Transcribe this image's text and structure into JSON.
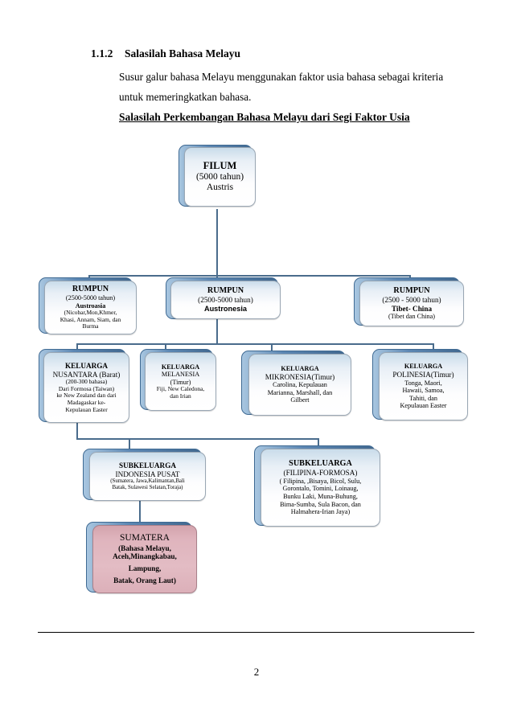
{
  "document": {
    "section_number": "1.1.2",
    "section_title": "Salasilah Bahasa Melayu",
    "paragraph": "Susur galur bahasa Melayu menggunakan faktor usia bahasa sebagai kriteria untuk memeringkatkan bahasa.",
    "subheading": "Salasilah Perkembangan Bahasa Melayu dari Segi Faktor Usia",
    "page_number": "2"
  },
  "colors": {
    "connector": "#4a6c8c",
    "node_fill_top": "#c9dcea",
    "node_shadow": "#41688f",
    "highlight_fill": "#dfb4bd",
    "text": "#000000"
  },
  "chart_data": {
    "type": "diagram",
    "title": "Salasilah Perkembangan Bahasa Melayu dari Segi Faktor Usia",
    "nodes": [
      {
        "id": "filum",
        "level": "FILUM",
        "lines": [
          "FILUM",
          "(5000 tahun)",
          "Austris"
        ]
      },
      {
        "id": "rumpun-austroasia",
        "level": "RUMPUN",
        "lines": [
          "RUMPUN",
          "(2500-5000 tahun)",
          "Austroasia",
          "(Nicobar,Mon,Khmer,",
          "Khasi, Annam, Siam, dan",
          "Burma"
        ]
      },
      {
        "id": "rumpun-austronesia",
        "level": "RUMPUN",
        "lines": [
          "RUMPUN",
          "(2500-5000 tahun)",
          "Austronesia"
        ]
      },
      {
        "id": "rumpun-tibet-china",
        "level": "RUMPUN",
        "lines": [
          "RUMPUN",
          "(2500 - 5000 tahun)",
          "Tibet- China",
          "(Tibet dan China)"
        ]
      },
      {
        "id": "keluarga-nusantara",
        "level": "KELUARGA",
        "lines": [
          "KELUARGA",
          "NUSANTARA (Barat)",
          "(200-300 bahasa)",
          "Dari Formosa (Taiwan)",
          "ke New Zealand dan dari",
          "Madagaskar ke-",
          "Kepulauan Easter"
        ]
      },
      {
        "id": "keluarga-melanesia",
        "level": "KELUARGA",
        "lines": [
          "KELUARGA",
          "MELANESIA",
          "(Timur)",
          "Fiji, New Caledona,",
          "dan Irian"
        ]
      },
      {
        "id": "keluarga-mikronesia",
        "level": "KELUARGA",
        "lines": [
          "KELUARGA",
          "MIKRONESIA(Timur)",
          "Carolina, Kepulauan",
          "Marianna, Marshall, dan",
          "Gilbert"
        ]
      },
      {
        "id": "keluarga-polinesia",
        "level": "KELUARGA",
        "lines": [
          "KELUARGA",
          "POLINESIA(Timur)",
          "Tonga, Maori,",
          "Hawaii, Samoa,",
          "Tahiti, dan",
          "Kepulauan Easter"
        ]
      },
      {
        "id": "subkeluarga-indonesia-pusat",
        "level": "SUBKELUARGA",
        "lines": [
          "SUBKELUARGA",
          "INDONESIA PUSAT",
          "(Sumatera, Jawa,Kalimantan,Bali",
          "Batak, Sulawesi Selatan,Toraja)"
        ]
      },
      {
        "id": "subkeluarga-filipina-formosa",
        "level": "SUBKELUARGA",
        "lines": [
          "SUBKELUARGA",
          "(FILIPINA-FORMOSA)",
          "( Filipina, ,Bisaya, Bicol, Sulu,",
          "Gorontalo, Tomini,  Loinaug,",
          "Bunku Laki,  Muna-Buhung,",
          "Bima-Sumba,  Sula Bacon, dan",
          "Halmahera-Irian Jaya)"
        ]
      },
      {
        "id": "sumatera",
        "level": "BAHASA",
        "highlight": true,
        "lines": [
          "SUMATERA",
          "(Bahasa Melayu,",
          "Aceh,Minangkabau,",
          "Lampung,",
          "Batak, Orang Laut)"
        ]
      }
    ],
    "edges": [
      {
        "from": "filum",
        "to": "rumpun-austroasia"
      },
      {
        "from": "filum",
        "to": "rumpun-austronesia"
      },
      {
        "from": "filum",
        "to": "rumpun-tibet-china"
      },
      {
        "from": "rumpun-austronesia",
        "to": "keluarga-nusantara"
      },
      {
        "from": "rumpun-austronesia",
        "to": "keluarga-melanesia"
      },
      {
        "from": "rumpun-austronesia",
        "to": "keluarga-mikronesia"
      },
      {
        "from": "rumpun-austronesia",
        "to": "keluarga-polinesia"
      },
      {
        "from": "keluarga-nusantara",
        "to": "subkeluarga-indonesia-pusat"
      },
      {
        "from": "keluarga-nusantara",
        "to": "subkeluarga-filipina-formosa"
      },
      {
        "from": "subkeluarga-indonesia-pusat",
        "to": "sumatera"
      }
    ]
  }
}
